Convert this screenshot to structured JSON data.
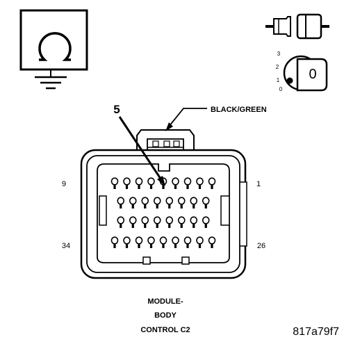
{
  "callout": {
    "pin_number": "5",
    "wire_color": "BLACK/GREEN"
  },
  "pin_labels": {
    "top_left": "9",
    "top_right": "1",
    "bottom_left": "34",
    "bottom_right": "26"
  },
  "key_positions": [
    "3",
    "2",
    "1",
    "0"
  ],
  "key_value": "0",
  "caption": {
    "line1": "MODULE-",
    "line2": "BODY",
    "line3": "CONTROL C2"
  },
  "figure_id": "817a79f7",
  "connector": {
    "rows": [
      9,
      8,
      8,
      9
    ]
  },
  "icons": [
    "ohmmeter-ground-icon",
    "connector-plug-icon",
    "ignition-key-icon"
  ]
}
